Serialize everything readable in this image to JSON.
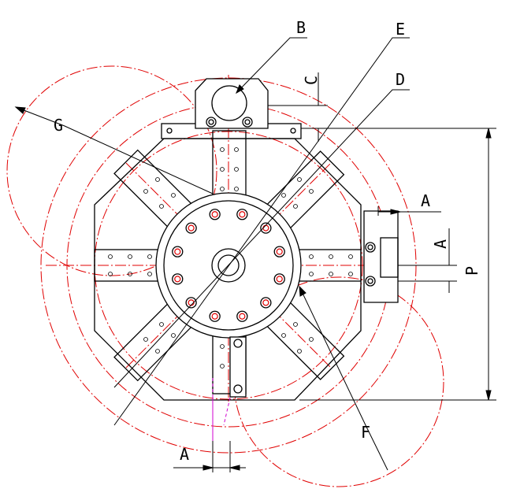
{
  "labels": {
    "b": "B",
    "e": "E",
    "d": "D",
    "c": "C",
    "g": "G",
    "a_right_top": "A",
    "a_right_side": "A",
    "p": "P",
    "f": "F",
    "a_bottom": "A"
  },
  "colors": {
    "outline": "#000000",
    "reference_circles": "#e00000",
    "hidden_lines": "#d000d0",
    "background": "#ffffff"
  }
}
